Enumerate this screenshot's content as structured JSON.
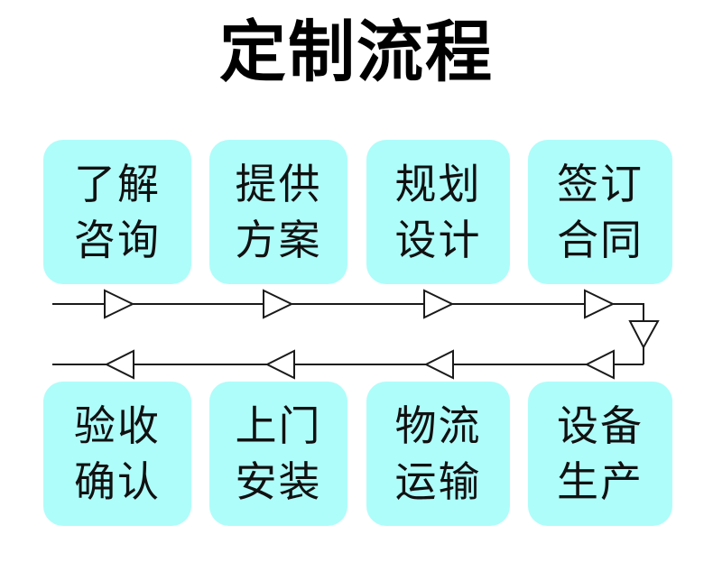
{
  "title": "定制流程",
  "palette": {
    "box_fill": "#aefdfa",
    "text": "#111111",
    "line": "#1a1a1a",
    "background": "#ffffff"
  },
  "flow": {
    "top_row": [
      {
        "id": "step-1",
        "line1": "了解",
        "line2": "咨询"
      },
      {
        "id": "step-2",
        "line1": "提供",
        "line2": "方案"
      },
      {
        "id": "step-3",
        "line1": "规划",
        "line2": "设计"
      },
      {
        "id": "step-4",
        "line1": "签订",
        "line2": "合同"
      }
    ],
    "bottom_row": [
      {
        "id": "step-8",
        "line1": "验收",
        "line2": "确认"
      },
      {
        "id": "step-7",
        "line1": "上门",
        "line2": "安装"
      },
      {
        "id": "step-6",
        "line1": "物流",
        "line2": "运输"
      },
      {
        "id": "step-5",
        "line1": "设备",
        "line2": "生产"
      }
    ],
    "connectors": {
      "top_direction": "right",
      "bottom_direction": "left",
      "right_turn_direction": "down",
      "top_arrow_count": 4,
      "bottom_arrow_count": 4,
      "turn_arrow_count": 1,
      "arrow_style": "hollow-triangle"
    },
    "sequence": [
      "了解咨询",
      "提供方案",
      "规划设计",
      "签订合同",
      "设备生产",
      "物流运输",
      "上门安装",
      "验收确认"
    ]
  }
}
